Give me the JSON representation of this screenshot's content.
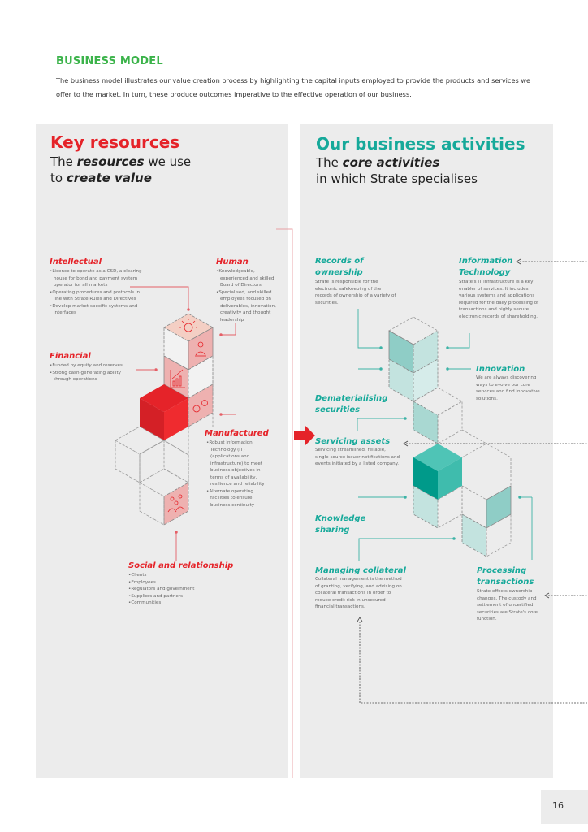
{
  "header": {
    "title": "BUSINESS MODEL",
    "intro": "The business model illustrates our value creation process by highlighting the capital inputs employed to provide the products and services we offer to the market. In turn, these produce outcomes imperative to the effective operation of our business."
  },
  "left_panel": {
    "heading": "Key resources",
    "sub_line1_pre": "The ",
    "sub_line1_em": "resources",
    "sub_line1_post": " we use",
    "sub_line2_pre": "to ",
    "sub_line2_em": "create value",
    "accent_color": "#e52329",
    "resources": {
      "intellectual": {
        "title": "Intellectual",
        "bullets": [
          "Licence to operate as a CSD, a clearing house for bond and payment system operator for all markets",
          "Operating procedures and protocols in line with Strate Rules and Directives",
          "Develop market-specific systems and interfaces"
        ],
        "icon": "lightbulb-icon"
      },
      "human": {
        "title": "Human",
        "bullets": [
          "Knowledgeable, experienced and skilled Board of Directors",
          "Specialised, and skilled employees focused on deliverables, innovation, creativity and thought leadership"
        ],
        "icon": "person-idea-icon"
      },
      "financial": {
        "title": "Financial",
        "bullets": [
          "Funded by equity and reserves",
          "Strong cash-generating ability through operations"
        ],
        "icon": "growth-chart-icon"
      },
      "manufactured": {
        "title": "Manufactured",
        "bullets": [
          "Robust Information Technology (IT) (applications and infrastructure) to meet business objectives in terms of availability, resilience and reliability",
          "Alternate operating facilities to ensure business continuity"
        ],
        "icon": "gears-icon"
      },
      "social": {
        "title": "Social and relationship",
        "bullets": [
          "Clients",
          "Employees",
          "Regulators and government",
          "Suppliers and partners",
          "Communities"
        ],
        "icon": "people-icon"
      }
    }
  },
  "right_panel": {
    "heading": "Our business activities",
    "sub_line1_pre": "The ",
    "sub_line1_em": "core activities",
    "sub_line2": "in which Strate specialises",
    "accent_color": "#16a99a",
    "activities": {
      "records": {
        "title_l1": "Records of",
        "title_l2": "ownership",
        "text": "Strate is responsible for the electronic safekeeping of the records of ownership of a variety of securities."
      },
      "it": {
        "title_l1": "Information",
        "title_l2": "Technology",
        "text": "Strate's IT infrastructure is a key enabler of services. It includes various systems and applications required for the daily processing of transactions and highly secure electronic records of shareholding."
      },
      "innovation": {
        "title": "Innovation",
        "text": "We are always discovering ways to evolve our core services and find innovative solutions."
      },
      "demat": {
        "title_l1": "Dematerialising",
        "title_l2": "securities"
      },
      "servicing": {
        "title": "Servicing assets",
        "text": "Servicing streamlined, reliable, single-source issuer notifications and events initiated by a listed company."
      },
      "knowledge": {
        "title_l1": "Knowledge",
        "title_l2": "sharing"
      },
      "collateral": {
        "title": "Managing collateral",
        "text": "Collateral management is the method of granting, verifying, and advising on collateral transactions in order to reduce credit risk in unsecured financial transactions."
      },
      "processing": {
        "title_l1": "Processing",
        "title_l2": "transactions",
        "text": "Strate effects ownership changes. The custody and settlement of uncertified securities are Strate's core function."
      }
    }
  },
  "footer": {
    "page_number": "16"
  }
}
